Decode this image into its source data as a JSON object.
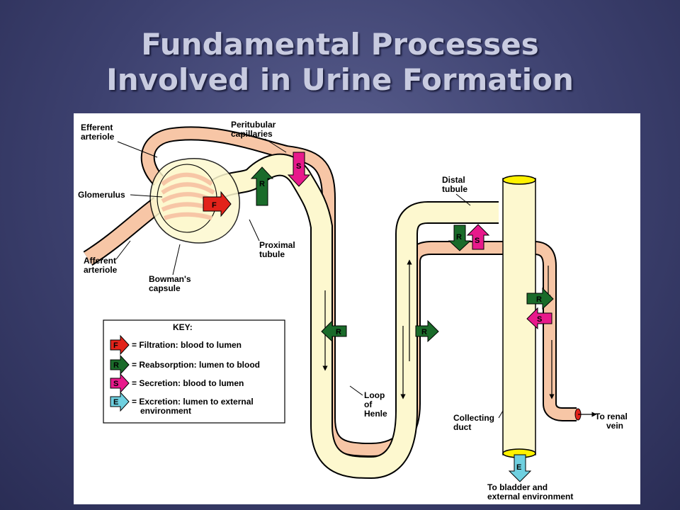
{
  "slide": {
    "title_line1": "Fundamental Processes",
    "title_line2": "Involved in Urine Formation"
  },
  "diagram": {
    "labels": {
      "efferent_1": "Efferent",
      "efferent_2": "arteriole",
      "peritubular_1": "Peritubular",
      "peritubular_2": "capillaries",
      "glomerulus": "Glomerulus",
      "afferent_1": "Afferent",
      "afferent_2": "arteriole",
      "bowmans_1": "Bowman's",
      "bowmans_2": "capsule",
      "proximal_1": "Proximal",
      "proximal_2": "tubule",
      "distal_1": "Distal",
      "distal_2": "tubule",
      "loop_1": "Loop",
      "loop_2": "of",
      "loop_3": "Henle",
      "collecting_1": "Collecting",
      "collecting_2": "duct",
      "renal_1": "To renal",
      "renal_2": "vein",
      "bladder_1": "To bladder and",
      "bladder_2": "external environment"
    },
    "arrow_letters": {
      "F": "F",
      "R": "R",
      "S": "S",
      "E": "E"
    },
    "key": {
      "title": "KEY:",
      "filtration": "= Filtration: blood to lumen",
      "reabsorption": "= Reabsorption: lumen to blood",
      "secretion": "= Secretion: blood to lumen",
      "excretion_1": "= Excretion: lumen to external",
      "excretion_2": "environment"
    },
    "colors": {
      "tubule": "#fdf8cf",
      "capillary": "#f7c6a6",
      "filtration": "#e2231a",
      "reabsorption": "#1a6b2a",
      "secretion": "#e8198b",
      "excretion": "#6fd0e0"
    }
  }
}
